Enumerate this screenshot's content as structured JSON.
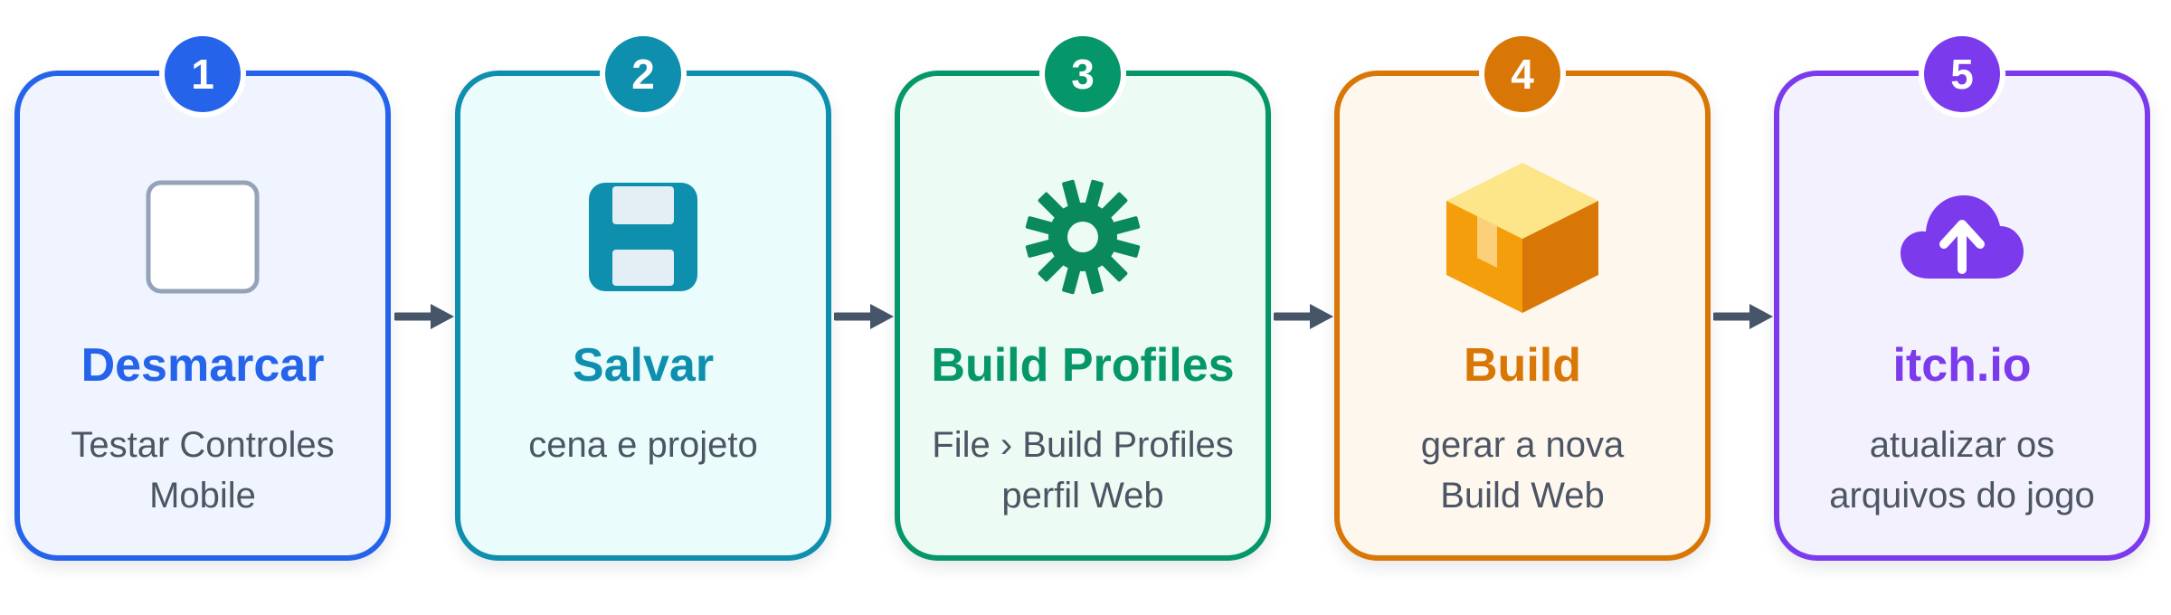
{
  "steps": [
    {
      "number": "1",
      "title": "Desmarcar",
      "lines": [
        "Testar Controles",
        "Mobile"
      ],
      "icon": "checkbox-icon",
      "accent": "#2563eb",
      "bg": "#eff4fe"
    },
    {
      "number": "2",
      "title": "Salvar",
      "lines": [
        "cena e projeto",
        ""
      ],
      "icon": "save-icon",
      "accent": "#0e8fae",
      "bg": "#ebfcfd"
    },
    {
      "number": "3",
      "title": "Build Profiles",
      "lines": [
        "File › Build Profiles",
        "perfil Web"
      ],
      "icon": "gear-icon",
      "accent": "#059669",
      "bg": "#ecfbf3"
    },
    {
      "number": "4",
      "title": "Build",
      "lines": [
        "gerar a nova",
        "Build Web"
      ],
      "icon": "box-icon",
      "accent": "#d97706",
      "bg": "#fef7ee"
    },
    {
      "number": "5",
      "title": "itch.io",
      "lines": [
        "atualizar os",
        "arquivos do jogo"
      ],
      "icon": "cloud-upload-icon",
      "accent": "#7c3aed",
      "bg": "#f4f1fe"
    }
  ],
  "arrow_color": "#475569"
}
